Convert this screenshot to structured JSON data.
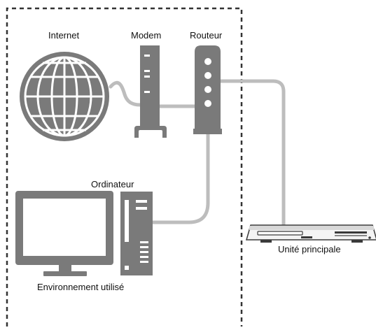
{
  "labels": {
    "internet": "Internet",
    "modem": "Modem",
    "router": "Routeur",
    "computer": "Ordinateur",
    "environment": "Environnement utilisé",
    "main_unit": "Unité principale"
  },
  "colors": {
    "device_gray": "#7a7a7a",
    "cable_gray": "#bdbdbd",
    "outline": "#3a3a3a",
    "player_body": "#f4f4f4"
  }
}
